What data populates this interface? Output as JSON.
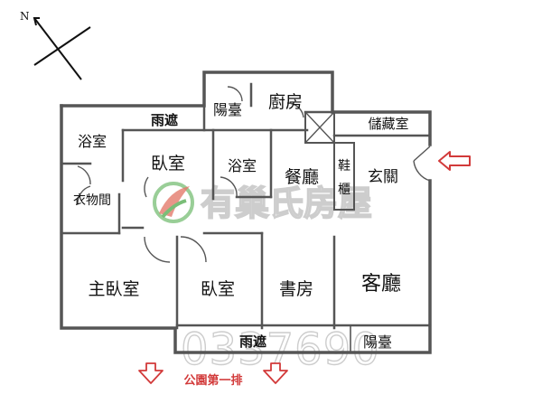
{
  "compass": {
    "north_label": "N"
  },
  "rooms": {
    "balcony_top": "陽臺",
    "kitchen": "廚房",
    "awning_top": "雨遮",
    "storage": "儲藏室",
    "bath_left": "浴室",
    "bedroom_top": "臥室",
    "bath_mid": "浴室",
    "dining": "餐廳",
    "shoe_cabinet": "鞋櫃",
    "entrance": "玄關",
    "closet": "衣物間",
    "master_bedroom": "主臥室",
    "bedroom_bottom": "臥室",
    "study": "書房",
    "living": "客廳",
    "awning_bottom": "雨遮",
    "balcony_bottom": "陽臺"
  },
  "watermark": {
    "brand": "有巢氏房屋",
    "phone": "0337690"
  },
  "note": {
    "text": "公園第一排"
  },
  "colors": {
    "wall": "#555555",
    "arrow": "#d23a3a",
    "watermark": "#c8c8c8",
    "logo_green": "#6cb86a",
    "logo_red": "#e06b5b"
  }
}
